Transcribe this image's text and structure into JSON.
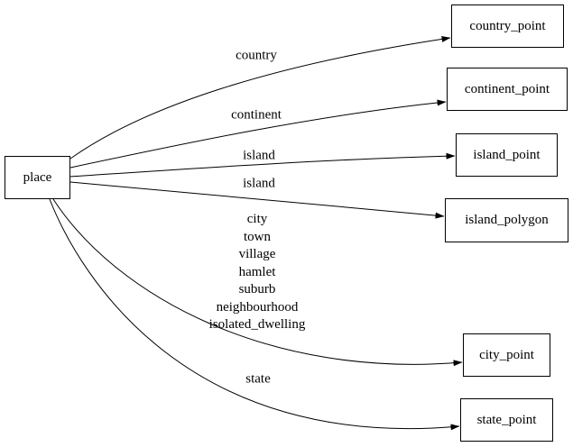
{
  "diagram": {
    "type": "directed-graph",
    "colors": {
      "background": "#ffffff",
      "stroke": "#000000",
      "text": "#000000",
      "node_fill": "#ffffff"
    },
    "nodes": {
      "place": {
        "label": "place"
      },
      "country_point": {
        "label": "country_point"
      },
      "continent_point": {
        "label": "continent_point"
      },
      "island_point": {
        "label": "island_point"
      },
      "island_polygon": {
        "label": "island_polygon"
      },
      "city_point": {
        "label": "city_point"
      },
      "state_point": {
        "label": "state_point"
      }
    },
    "edges": {
      "country": {
        "from": "place",
        "to": "country_point",
        "label": "country"
      },
      "continent": {
        "from": "place",
        "to": "continent_point",
        "label": "continent"
      },
      "island_to_point": {
        "from": "place",
        "to": "island_point",
        "label": "island"
      },
      "island_to_polygon": {
        "from": "place",
        "to": "island_polygon",
        "label": "island"
      },
      "city": {
        "from": "place",
        "to": "city_point",
        "label": "city\ntown\nvillage\nhamlet\nsuburb\nneighbourhood\nisolated_dwelling"
      },
      "state": {
        "from": "place",
        "to": "state_point",
        "label": "state"
      }
    }
  }
}
